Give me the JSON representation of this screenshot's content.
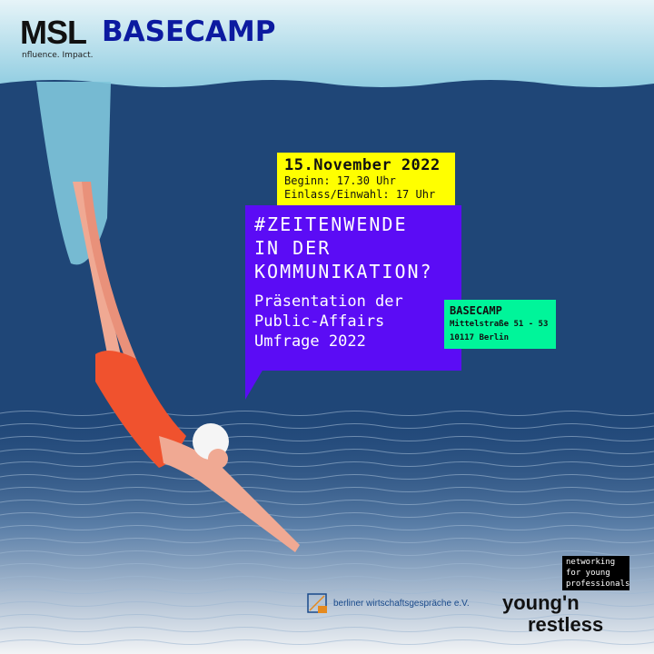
{
  "header": {
    "msl_logo": "MSL",
    "msl_tagline": "nfluence. Impact.",
    "venue_logo": "BASECAMP"
  },
  "date_box": {
    "date": "15.November 2022",
    "start": "Beginn: 17.30 Uhr",
    "entry": "Einlass/Einwahl: 17 Uhr"
  },
  "title_box": {
    "title_lines": [
      "#ZEITENWENDE",
      "IN DER",
      "KOMMUNIKATION?"
    ],
    "subtitle_lines": [
      "Präsentation der",
      "Public-Affairs",
      "Umfrage 2022"
    ]
  },
  "location_box": {
    "name": "BASECAMP",
    "street": "Mittelstraße 51 - 53",
    "city": "10117 Berlin"
  },
  "footer": {
    "bwg": "berliner wirtschaftsgespräche e.V.",
    "yr_badge": [
      "networking",
      "for young",
      "professionals"
    ],
    "yr_logo": [
      "young'n",
      "restless"
    ]
  },
  "colors": {
    "water": "#1f4677",
    "yellow": "#ffff00",
    "purple": "#5b0cf5",
    "green": "#00f59a"
  }
}
